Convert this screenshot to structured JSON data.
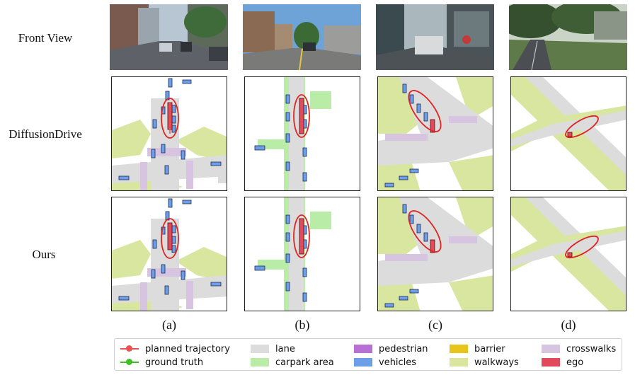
{
  "rows": {
    "front_view": "Front View",
    "baseline": "DiffusionDrive",
    "ours": "Ours"
  },
  "columns": [
    "(a)",
    "(b)",
    "(c)",
    "(d)"
  ],
  "legend": [
    {
      "label": "planned trajectory",
      "color": "#e8524f",
      "kind": "line"
    },
    {
      "label": "ground truth",
      "color": "#3fbf23",
      "kind": "line"
    },
    {
      "label": "lane",
      "color": "#dcdcdc",
      "kind": "patch"
    },
    {
      "label": "carpark area",
      "color": "#b9eda7",
      "kind": "patch"
    },
    {
      "label": "pedestrian",
      "color": "#b86fd6",
      "kind": "patch"
    },
    {
      "label": "vehicles",
      "color": "#6d9fe8",
      "kind": "patch"
    },
    {
      "label": "barrier",
      "color": "#e9c51c",
      "kind": "patch"
    },
    {
      "label": "walkways",
      "color": "#d8e6a0",
      "kind": "patch"
    },
    {
      "label": "crosswalks",
      "color": "#d6c4e0",
      "kind": "patch"
    },
    {
      "label": "ego",
      "color": "#e04a5b",
      "kind": "patch"
    }
  ]
}
